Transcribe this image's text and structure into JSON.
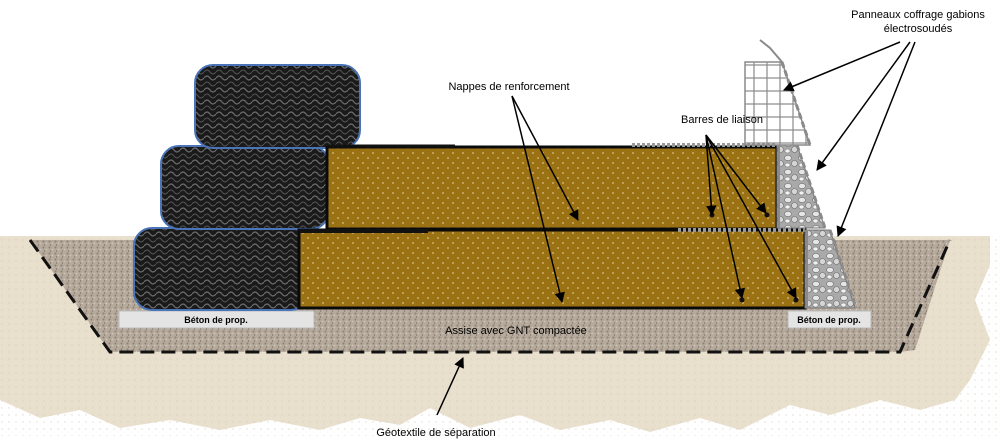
{
  "diagram": {
    "labels": {
      "panneaux_line1": "Panneaux coffrage gabions",
      "panneaux_line2": "électrosoudés",
      "nappes": "Nappes de renforcement",
      "barres": "Barres de liaison",
      "beton_left": "Béton de prop.",
      "beton_right": "Béton de prop.",
      "assise": "Assise avec GNT compactée",
      "geotextile": "Géotextile de séparation"
    },
    "colors": {
      "soil": "#e9dfcd",
      "gravel": "#b5aa9c",
      "soil_fill": "#9a7213",
      "tire": "#1c1c1c",
      "tire_border": "#4a74b7",
      "grid": "#a6a6a6",
      "concrete": "#e2e2e2"
    }
  }
}
